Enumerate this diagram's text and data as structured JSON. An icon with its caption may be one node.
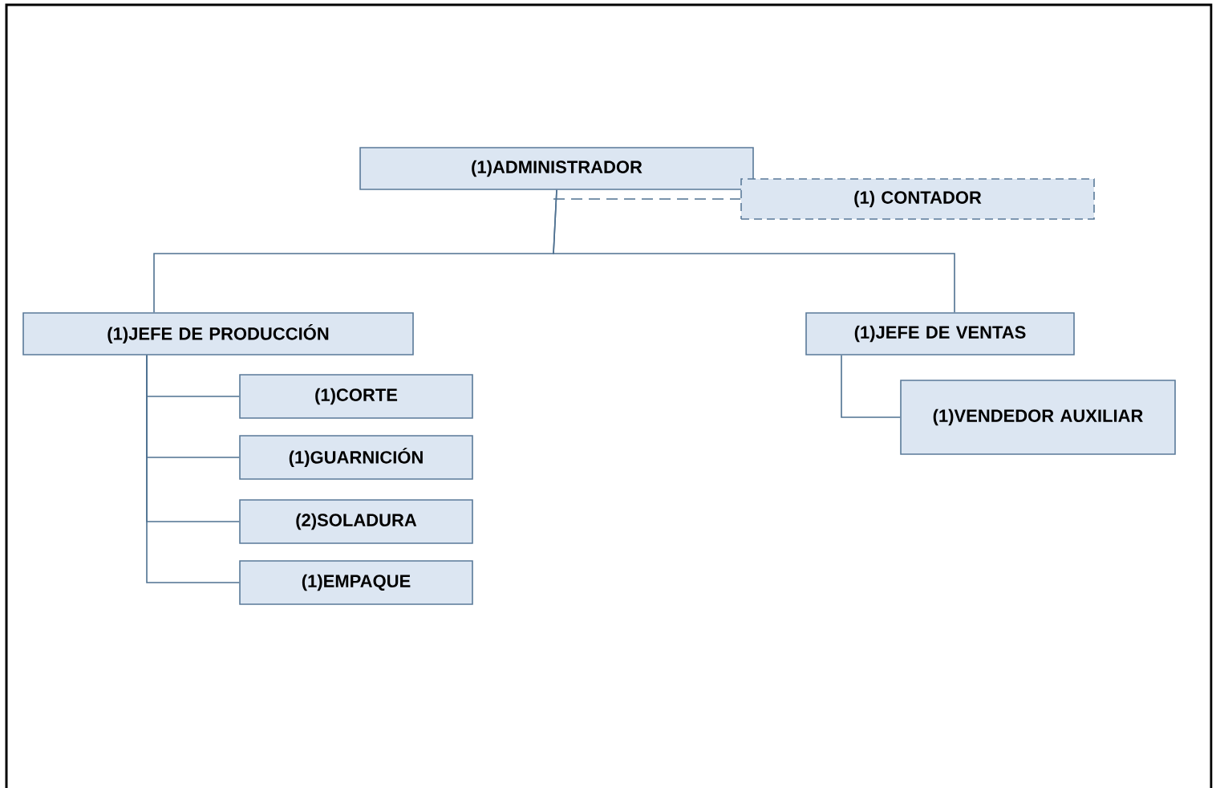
{
  "diagram": {
    "nodes": [
      {
        "text": [
          "(1)ADMINISTRADOR"
        ]
      },
      {
        "text": [
          "(1) CONTADOR"
        ]
      },
      {
        "text": [
          "(1)JEFE DE PRODUCCIÓN"
        ]
      },
      {
        "text": [
          "(1)JEFE DE VENTAS"
        ]
      },
      {
        "text": [
          "(1)CORTE"
        ]
      },
      {
        "text": [
          "(1)GUARNICIÓN"
        ]
      },
      {
        "text": [
          "(2)SOLADURA"
        ]
      },
      {
        "text": [
          "(1)EMPAQUE"
        ]
      },
      {
        "text": [
          "(1)VENDEDOR AUXILIAR"
        ]
      }
    ],
    "edges": [
      {
        "from": 0,
        "to": 1,
        "arrow": "none",
        "style": "dashed"
      },
      {
        "from": 0,
        "to": 2,
        "arrow": "none"
      },
      {
        "from": 0,
        "to": 3,
        "arrow": "none"
      },
      {
        "from": 2,
        "to": 4,
        "arrow": "none"
      },
      {
        "from": 2,
        "to": 5,
        "arrow": "none"
      },
      {
        "from": 2,
        "to": 6,
        "arrow": "none"
      },
      {
        "from": 2,
        "to": 7,
        "arrow": "none"
      },
      {
        "from": 3,
        "to": 8,
        "arrow": "none"
      }
    ]
  }
}
